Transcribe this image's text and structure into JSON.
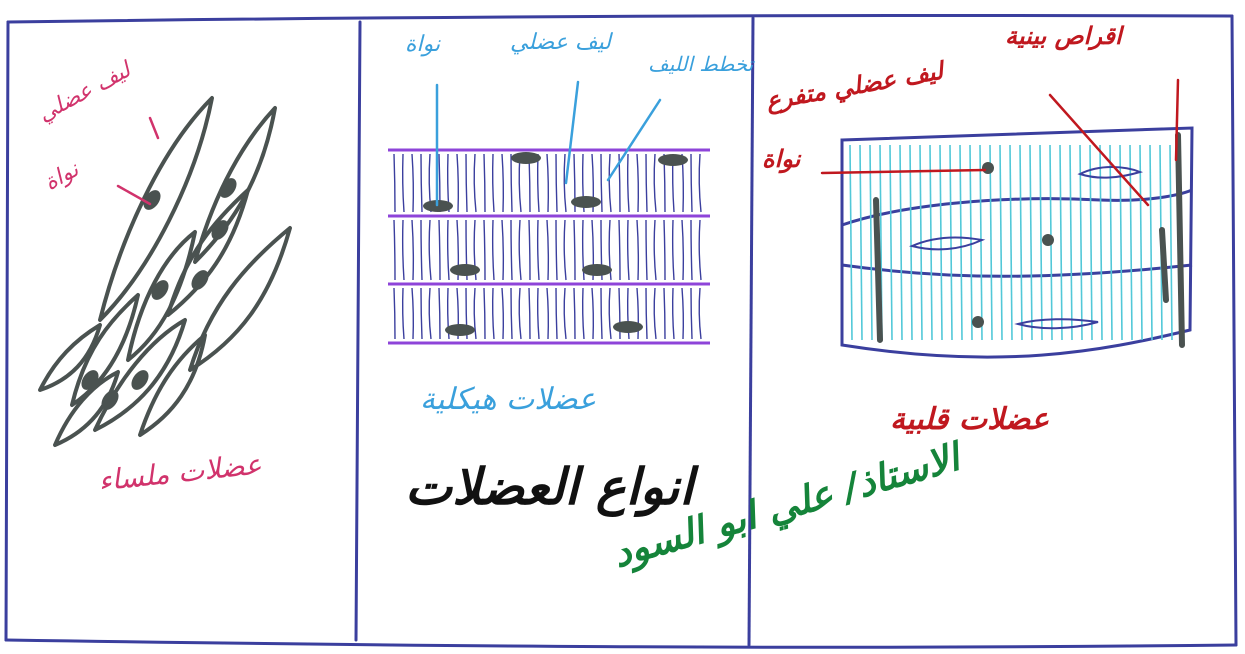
{
  "colors": {
    "frame": "#3b3f9e",
    "cell": "#4a5250",
    "smooth_label": "#d1336c",
    "skeletal_label": "#3aa0dc",
    "skeletal_band": "#8e44d9",
    "cardiac_label": "#c0181f",
    "cardiac_fibers": "#52c8d8",
    "title": "#111111",
    "author": "#15843a"
  },
  "smooth_muscle": {
    "name": "عضلات ملساء",
    "labels": {
      "fiber": "ليف عضلي",
      "nucleus": "نواة"
    }
  },
  "skeletal_muscle": {
    "name": "عضلات هيكلية",
    "labels": {
      "nucleus": "نواة",
      "fiber": "ليف عضلي",
      "striations": "تخطط الليف"
    }
  },
  "cardiac_muscle": {
    "name": "عضلات قلبية",
    "labels": {
      "discs": "اقراص بينية",
      "branched_fiber": "ليف عضلي متفرع",
      "nucleus": "نواة"
    }
  },
  "title": "انواع العضلات",
  "author": "الاستاذ/ علي ابو السود"
}
